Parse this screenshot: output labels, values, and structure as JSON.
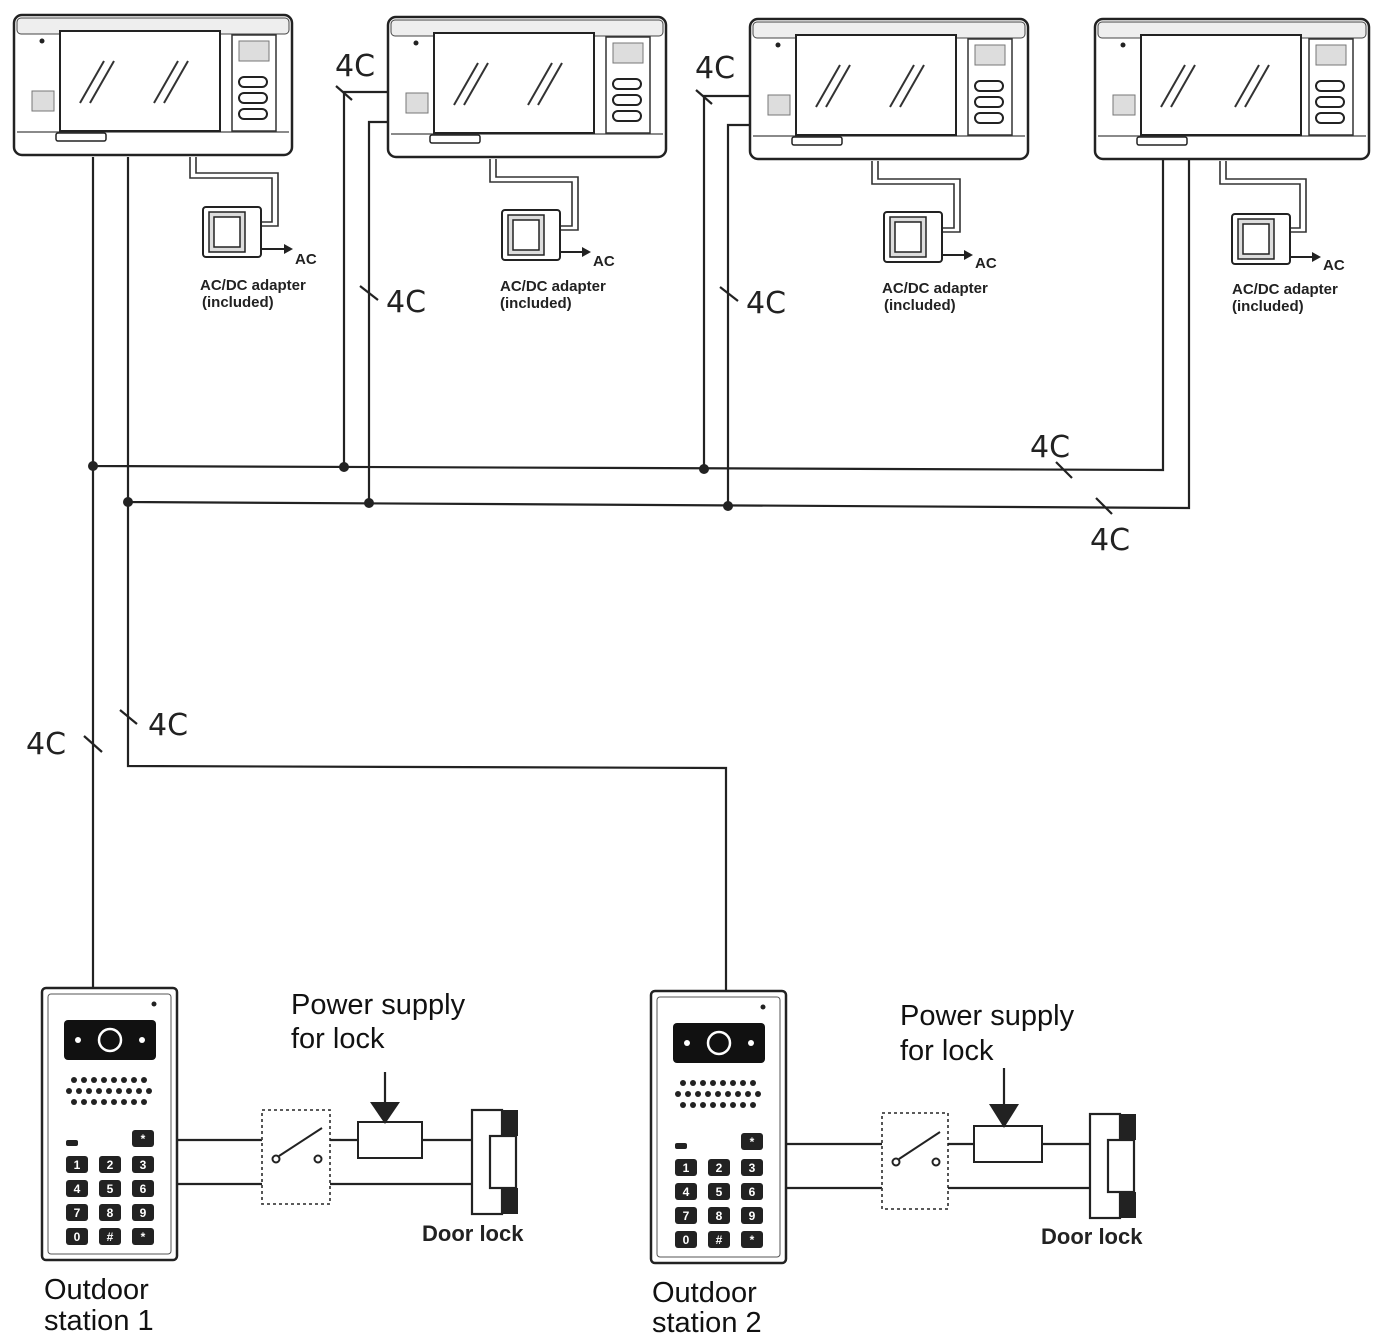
{
  "monitors": [
    {
      "adapter_label_1": "AC/DC adapter",
      "adapter_label_2": "(included)",
      "ac_label": "AC"
    },
    {
      "adapter_label_1": "AC/DC adapter",
      "adapter_label_2": "(included)",
      "ac_label": "AC"
    },
    {
      "adapter_label_1": "AC/DC adapter",
      "adapter_label_2": "(included)",
      "ac_label": "AC"
    },
    {
      "adapter_label_1": "AC/DC adapter",
      "adapter_label_2": "(included)",
      "ac_label": "AC"
    }
  ],
  "cable_labels": [
    "4C",
    "4C",
    "4C",
    "4C",
    "4C",
    "4C",
    "4C",
    "4C"
  ],
  "stations": [
    {
      "name_line1": "Outdoor",
      "name_line2": "station 1",
      "power_line1": "Power supply",
      "power_line2": "for lock",
      "door_lock": "Door lock",
      "keys": [
        "*",
        "1",
        "2",
        "3",
        "4",
        "5",
        "6",
        "7",
        "8",
        "9",
        "0",
        "#"
      ]
    },
    {
      "name_line1": "Outdoor",
      "name_line2": "station 2",
      "power_line1": "Power supply",
      "power_line2": "for lock",
      "door_lock": "Door lock",
      "keys": [
        "*",
        "1",
        "2",
        "3",
        "4",
        "5",
        "6",
        "7",
        "8",
        "9",
        "0",
        "#"
      ]
    }
  ]
}
